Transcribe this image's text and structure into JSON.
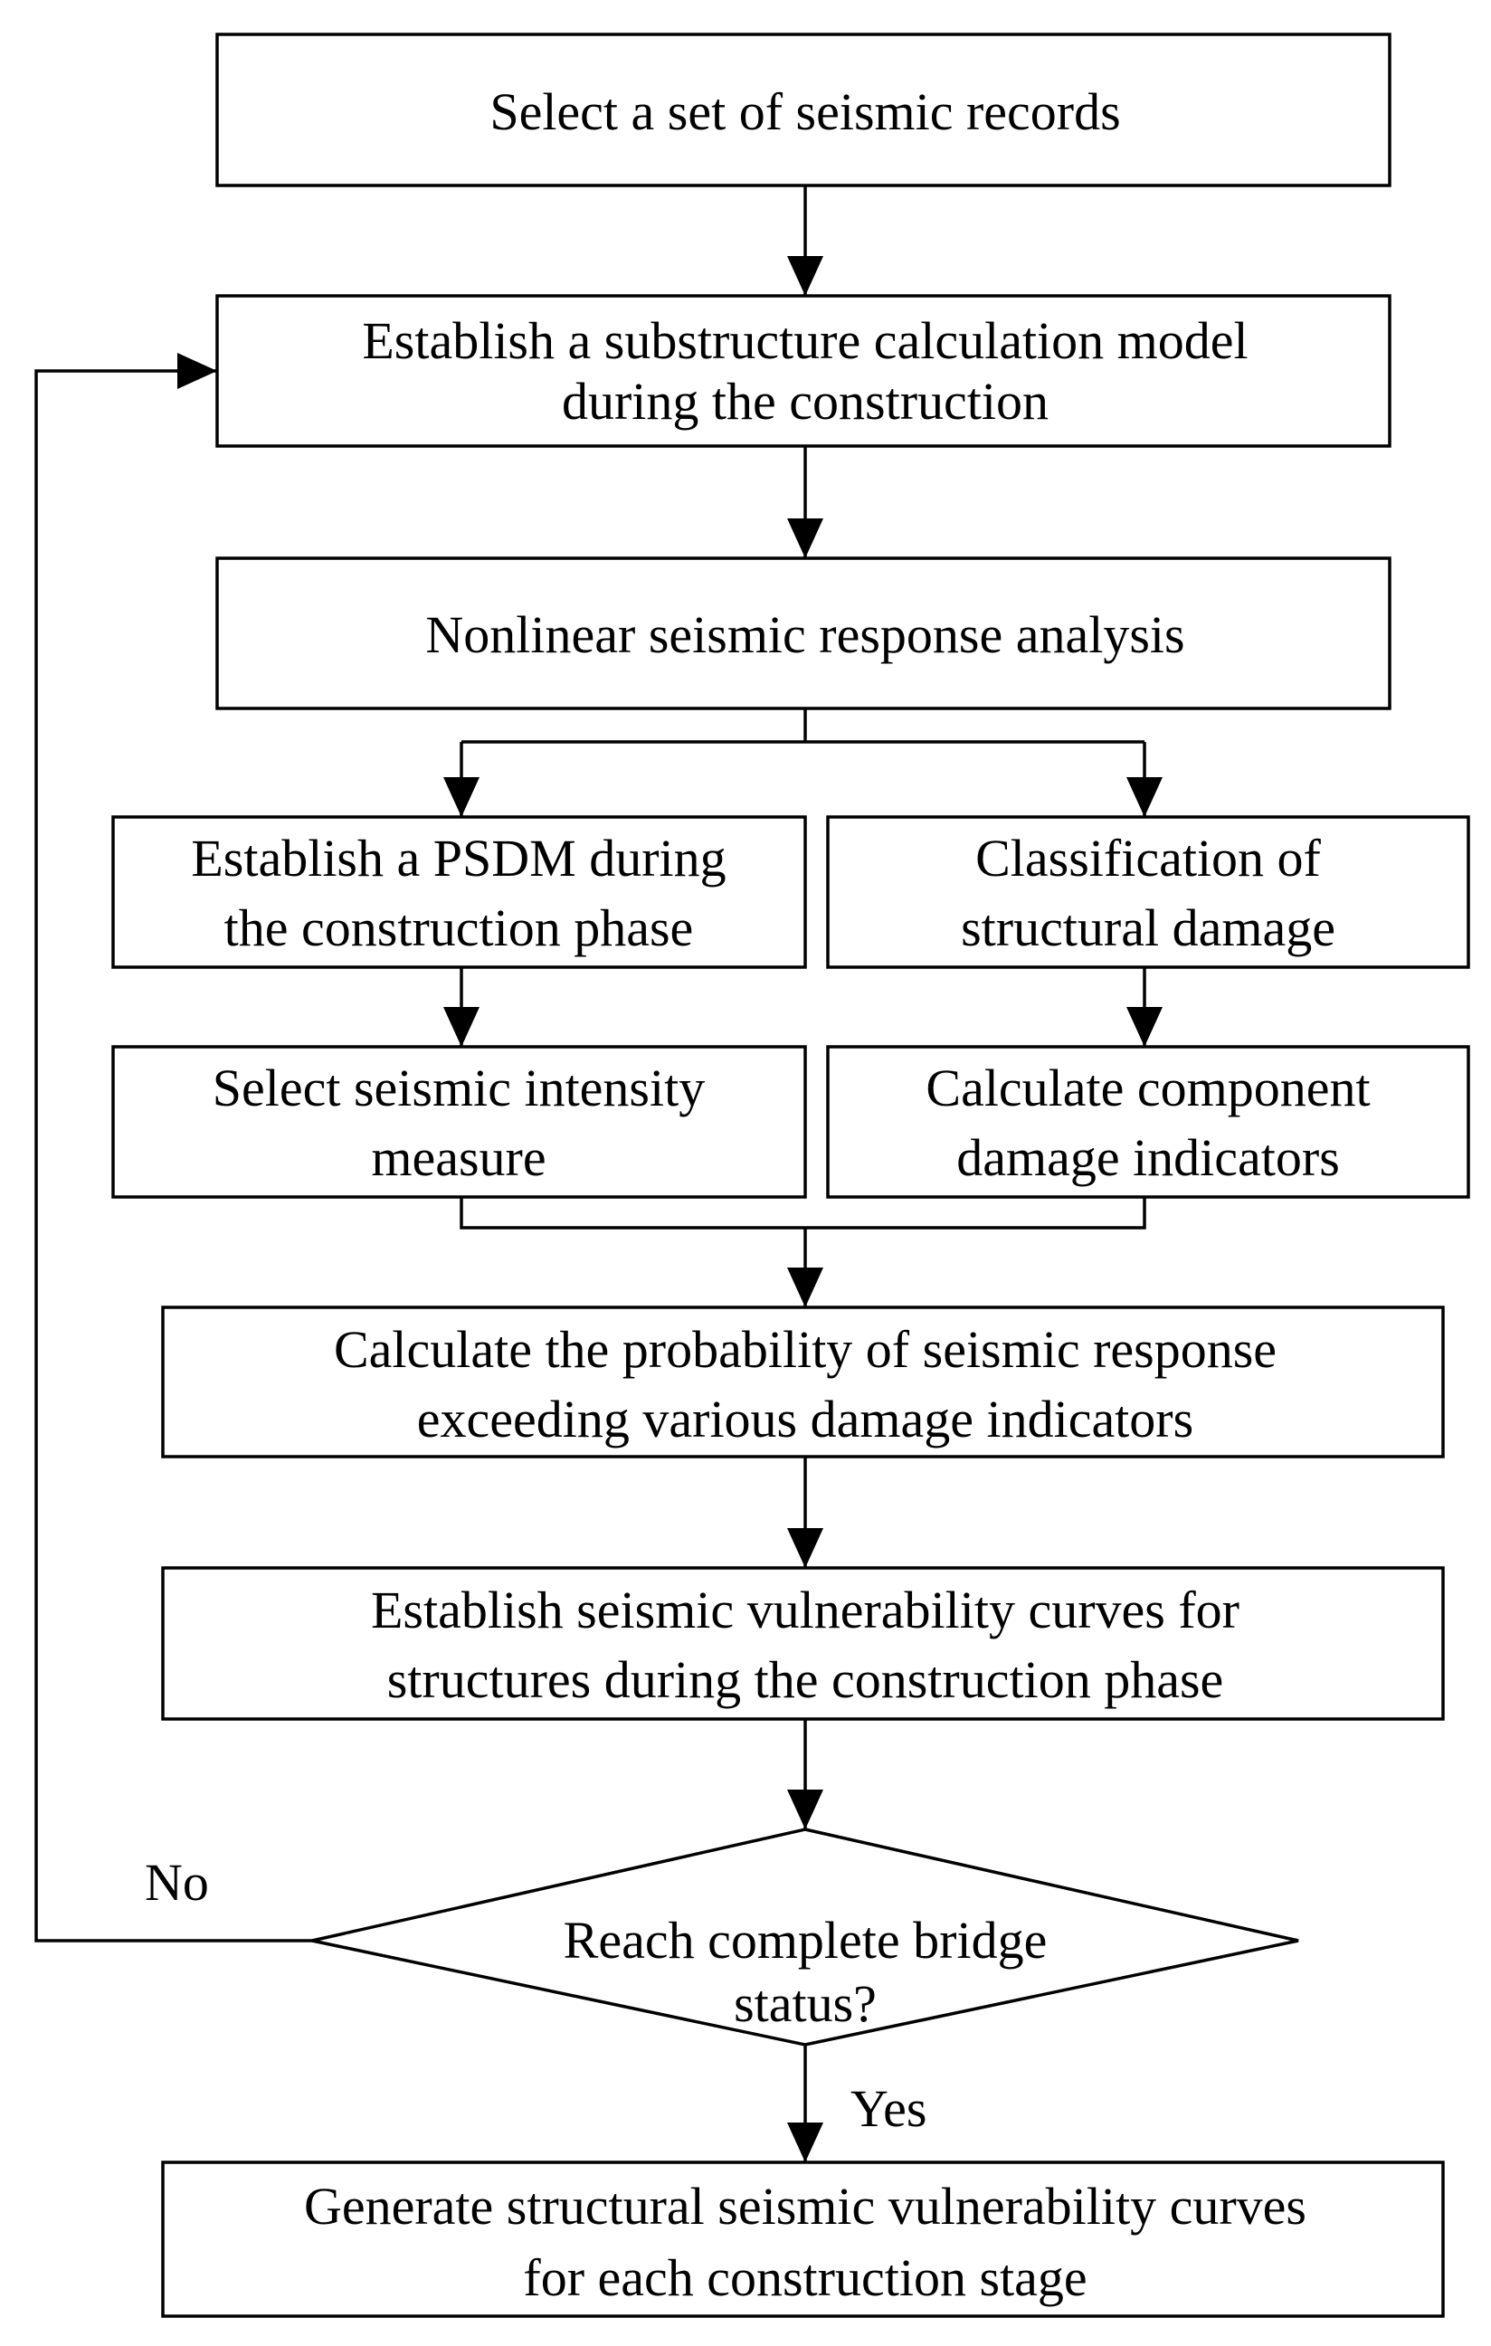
{
  "nodes": {
    "select_records": {
      "lines": [
        "Select a set of seismic records"
      ]
    },
    "establish_model": {
      "lines": [
        "Establish a substructure calculation model",
        "during the construction"
      ]
    },
    "nonlinear_analysis": {
      "lines": [
        "Nonlinear seismic response analysis"
      ]
    },
    "establish_psdm": {
      "lines": [
        "Establish a PSDM during",
        "the construction phase"
      ]
    },
    "classification": {
      "lines": [
        "Classification of",
        "structural damage"
      ]
    },
    "select_intensity": {
      "lines": [
        "Select seismic intensity",
        "measure"
      ]
    },
    "calc_indicators": {
      "lines": [
        "Calculate component",
        "damage indicators"
      ]
    },
    "calc_probability": {
      "lines": [
        "Calculate the probability of seismic response",
        "exceeding various damage indicators"
      ]
    },
    "establish_curves": {
      "lines": [
        "Establish seismic vulnerability curves for",
        "structures during the construction phase"
      ]
    },
    "decision": {
      "lines": [
        "Reach complete bridge",
        "status?"
      ]
    },
    "generate_curves": {
      "lines": [
        "Generate structural seismic vulnerability curves",
        "for each construction stage"
      ]
    }
  },
  "edge_labels": {
    "no": "No",
    "yes": "Yes"
  }
}
